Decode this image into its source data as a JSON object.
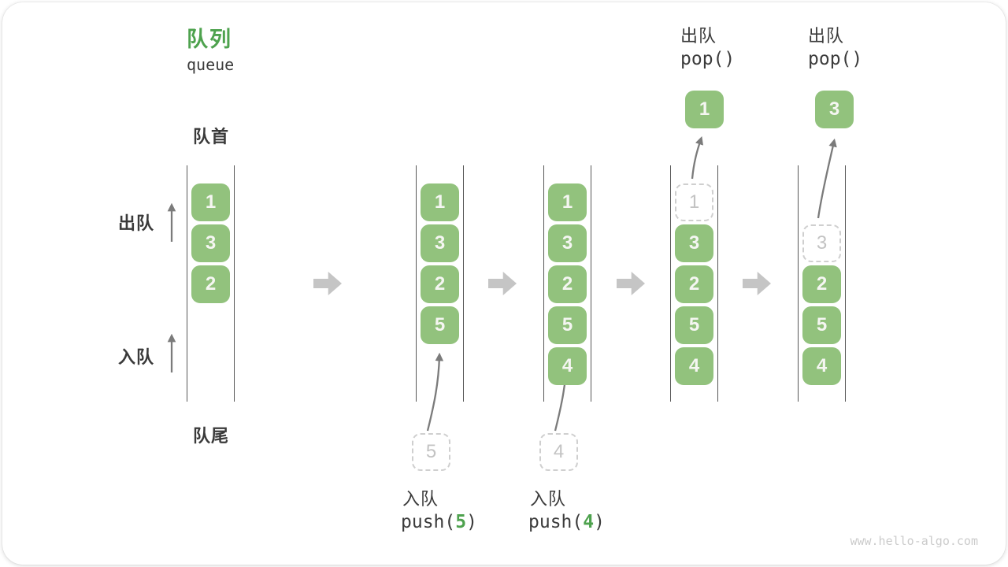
{
  "title": {
    "zh": "队列",
    "en": "queue"
  },
  "labels": {
    "front": "队首",
    "rear": "队尾",
    "dequeue_side": "出队",
    "enqueue_side": "入队"
  },
  "states": [
    {
      "cells": [
        "1",
        "3",
        "2"
      ]
    },
    {
      "cells": [
        "1",
        "3",
        "2",
        "5"
      ],
      "pending": "5",
      "op": {
        "label": "入队",
        "code_pre": "push(",
        "arg": "5",
        "code_post": ")"
      }
    },
    {
      "cells": [
        "1",
        "3",
        "2",
        "5",
        "4"
      ],
      "pending": "4",
      "op": {
        "label": "入队",
        "code_pre": "push(",
        "arg": "4",
        "code_post": ")"
      }
    },
    {
      "cells": [
        "3",
        "2",
        "5",
        "4"
      ],
      "popped": "1",
      "op": {
        "label": "出队",
        "code": "pop()"
      }
    },
    {
      "cells": [
        "2",
        "5",
        "4"
      ],
      "popped": "3",
      "op": {
        "label": "出队",
        "code": "pop()"
      }
    }
  ],
  "watermark": "www.hello-algo.com",
  "colors": {
    "cell_fill": "#92C27D",
    "accent_green": "#4EA24E",
    "block_arrow_gray": "#C5C5C5",
    "thin_arrow_gray": "#7B7B7B",
    "dashed_border": "#CFCFCF",
    "text_dark": "#3B3B3B",
    "wall_gray": "#585858",
    "watermark_gray": "#CBCBCB"
  }
}
